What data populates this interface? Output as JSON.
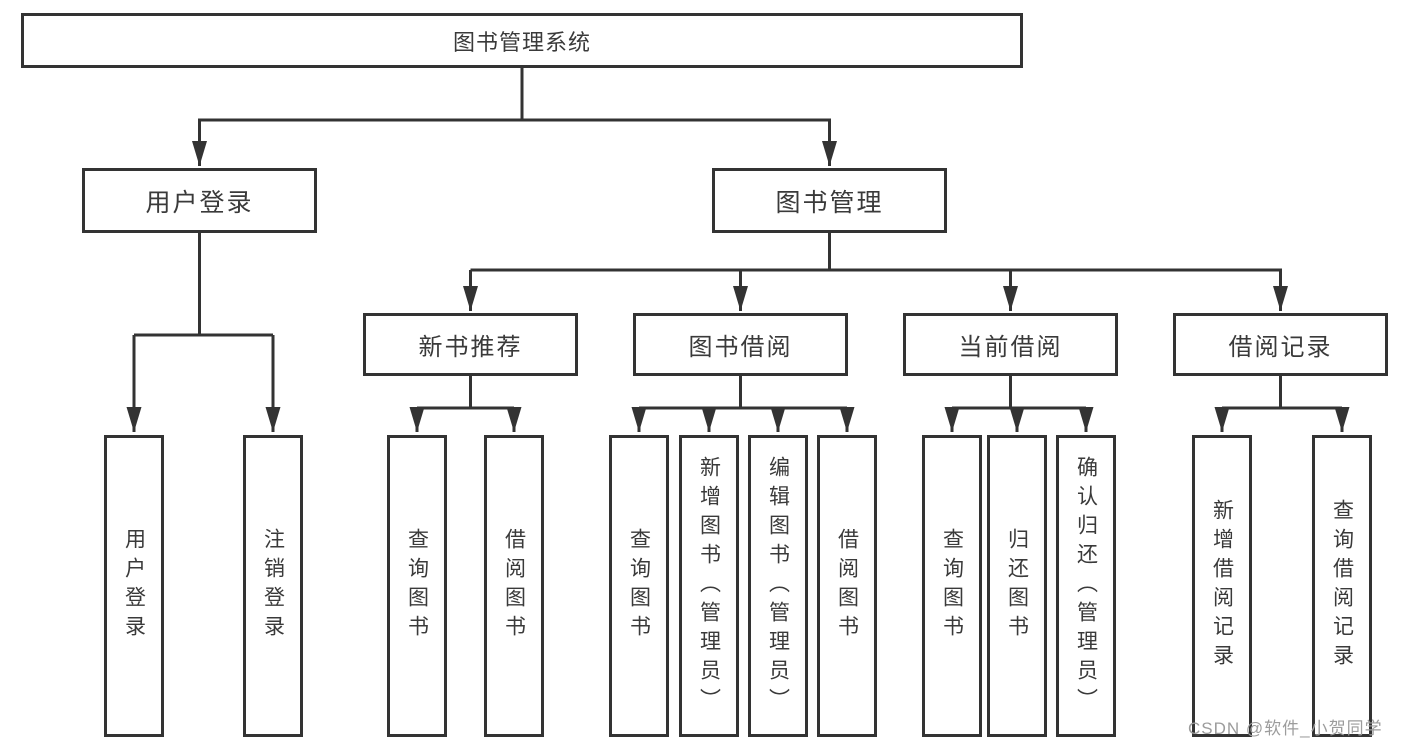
{
  "diagram": {
    "title": "图书管理系统",
    "tree": {
      "label": "图书管理系统",
      "children": [
        {
          "label": "用户登录",
          "children": [
            {
              "label": "用户登录"
            },
            {
              "label": "注销登录"
            }
          ]
        },
        {
          "label": "图书管理",
          "children": [
            {
              "label": "新书推荐",
              "children": [
                {
                  "label": "查询图书"
                },
                {
                  "label": "借阅图书"
                }
              ]
            },
            {
              "label": "图书借阅",
              "children": [
                {
                  "label": "查询图书"
                },
                {
                  "label": "新增图书（管理员）"
                },
                {
                  "label": "编辑图书（管理员）"
                },
                {
                  "label": "借阅图书"
                }
              ]
            },
            {
              "label": "当前借阅",
              "children": [
                {
                  "label": "查询图书"
                },
                {
                  "label": "归还图书"
                },
                {
                  "label": "确认归还（管理员）"
                }
              ]
            },
            {
              "label": "借阅记录",
              "children": [
                {
                  "label": "新增借阅记录"
                },
                {
                  "label": "查询借阅记录"
                }
              ]
            }
          ]
        }
      ]
    },
    "colors": {
      "line": "#333333",
      "box_border": "#333333",
      "box_fill": "#ffffff",
      "text": "#3a3a3a",
      "background": "#ffffff"
    }
  },
  "watermark": {
    "text": "CSDN @软件_小贺同学",
    "color": "#9c9c9c"
  }
}
